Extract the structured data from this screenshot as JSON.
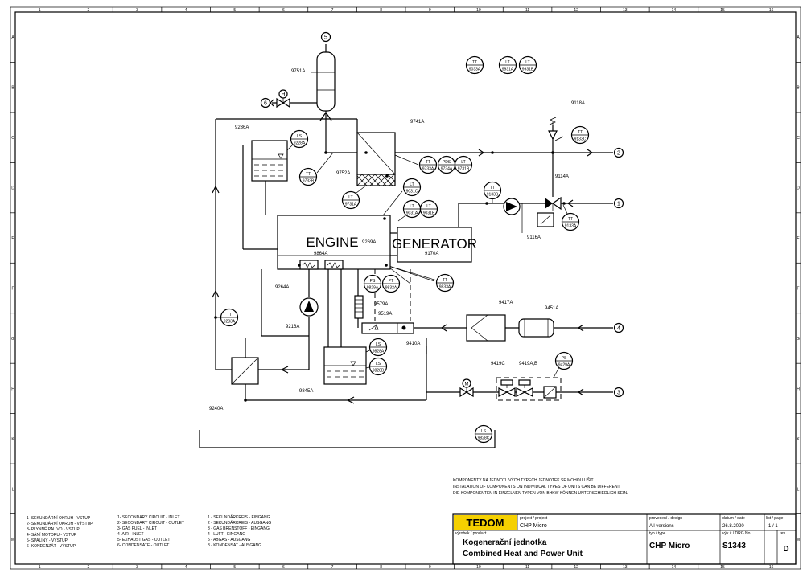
{
  "border": {
    "cols": [
      "1",
      "2",
      "3",
      "4",
      "5",
      "6",
      "7",
      "8",
      "9",
      "10",
      "11",
      "12",
      "13",
      "14",
      "15",
      "16"
    ],
    "rows": [
      "A",
      "B",
      "C",
      "D",
      "E",
      "F",
      "G",
      "H",
      "K",
      "L",
      "M"
    ]
  },
  "blocks": {
    "engine": "ENGINE",
    "generator": "GENERATOR"
  },
  "tags": [
    "9751A",
    "9236A",
    "9741A",
    "9752A",
    "9118A",
    "9114A",
    "9116A",
    "9269A",
    "9170A",
    "9864A",
    "9264A",
    "9216A",
    "9579A",
    "9519A",
    "9410A",
    "9417A",
    "9451A",
    "9419C",
    "9419A,B",
    "9845A",
    "9240A"
  ],
  "instruments": [
    {
      "id": "tt9033a",
      "top": "TT",
      "bot": "9033A"
    },
    {
      "id": "lt9931a",
      "top": "LT",
      "bot": "9931A"
    },
    {
      "id": "lt9931b",
      "top": "LT",
      "bot": "9931B"
    },
    {
      "id": "ls9228a",
      "top": "LS",
      "bot": "9228A"
    },
    {
      "id": "tt9733b",
      "top": "TT",
      "bot": "9733B"
    },
    {
      "id": "tt9733a",
      "top": "TT",
      "bot": "9733A"
    },
    {
      "id": "pds9734a",
      "top": "PDS",
      "bot": "9734A"
    },
    {
      "id": "lt9731b",
      "top": "LT",
      "bot": "9731B"
    },
    {
      "id": "lt9731a",
      "top": "LT",
      "bot": "9731A"
    },
    {
      "id": "lt9031c",
      "top": "LT",
      "bot": "9031C"
    },
    {
      "id": "lt9031a",
      "top": "LT",
      "bot": "9031A"
    },
    {
      "id": "lt9031b",
      "top": "LT",
      "bot": "9031B"
    },
    {
      "id": "tt9133c",
      "top": "TT",
      "bot": "9133C"
    },
    {
      "id": "tt9133b",
      "top": "TT",
      "bot": "9133B"
    },
    {
      "id": "tt9133a",
      "top": "TT",
      "bot": "9133A"
    },
    {
      "id": "ps9829a",
      "top": "PS",
      "bot": "9829A"
    },
    {
      "id": "pt9832a",
      "top": "PT",
      "bot": "9832A"
    },
    {
      "id": "tt9833a",
      "top": "TT",
      "bot": "9833A"
    },
    {
      "id": "tt9233a",
      "top": "TT",
      "bot": "9233A"
    },
    {
      "id": "ls9828a",
      "top": "LS",
      "bot": "9828A"
    },
    {
      "id": "ls9828b",
      "top": "LS",
      "bot": "9828B"
    },
    {
      "id": "ps9429a",
      "top": "PS",
      "bot": "9429A"
    },
    {
      "id": "ls9828c",
      "top": "LS",
      "bot": "9828C"
    }
  ],
  "connectors": [
    "5",
    "6",
    "2",
    "1",
    "4",
    "3"
  ],
  "valve_letters": {
    "h": "H",
    "m": "M"
  },
  "note": [
    "KOMPONENTY NA JEDNOTLIVÝCH TYPECH JEDNOTEK SE MOHOU LIŠIT.",
    "INSTALATION OF COMPONENTS ON INDIVIDUAL TYPES OF UNITS CAN BE DIFFERENT.",
    "DIE KOMPONENTEN IN EINZELNEN TYPEN VON BHKW KÖNNEN UNTERSCHIEDLICH SEIN."
  ],
  "legend": {
    "cz": [
      "1- SEKUNDÁRNÍ OKRUH - VSTUP",
      "2- SEKUNDÁRNÍ OKRUH - VÝSTUP",
      "3- PLYNNÉ PALIVO - VSTUP",
      "4- SÁNÍ MOTORU - VSTUP",
      "5- SPALINY - VÝSTUP",
      "6- KONDENZÁT - VÝSTUP"
    ],
    "en": [
      "1- SECONDARY CIRCUIT - INLET",
      "2- SECONDARY CIRCUIT - OUTLET",
      "3- GAS FUEL - INLET",
      "4- AIR - INLET",
      "5- EXHAUST GAS - OUTLET",
      "6- CONDENSATE - OUTLET"
    ],
    "de": [
      "1 - SEKUNDÄRKREIS - EINGANG",
      "2 - SEKUNDÄRKREIS - AUSGANG",
      "3 - GAS BRENSTOFF - EINGANG",
      "4 - LUFT - EINGANG",
      "5 - ABGAS - AUSGANG",
      "8 - KONDENSAT - AUSGANG"
    ]
  },
  "titleblock": {
    "brand": "TEDOM",
    "brand_color": "#f5d000",
    "project_label": "projekt / project",
    "project": "CHP Micro",
    "product_label": "výrobek / product",
    "title_cz": "Kogenerační jednotka",
    "title_en": "Combined Heat and Power Unit",
    "design_label": "provedení / design",
    "design": "All versions",
    "type_label": "typ / type",
    "type": "CHP Micro",
    "date_label": "datum / date",
    "date": "26.8.2020",
    "drg_label": "výk.č / DRG.No.",
    "drg": "S1343",
    "sheet_label": "list / page",
    "sheet": "1 / 1",
    "rev_label": "rev.",
    "rev": "D"
  }
}
